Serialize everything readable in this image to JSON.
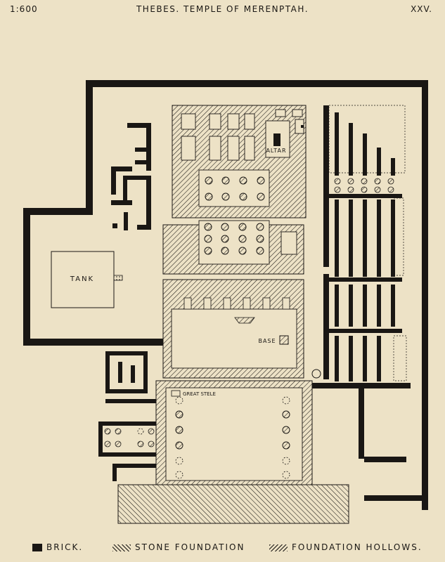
{
  "header": {
    "scale": "1:600",
    "title": "THEBES.  TEMPLE OF MERENPTAH.",
    "plate": "XXV."
  },
  "labels": {
    "tank": "TANK",
    "altar": "ALTAR",
    "base": "BASE",
    "great_stele": "GREAT STELE"
  },
  "legend": {
    "brick": "BRICK.",
    "stone": "STONE FOUNDATION",
    "hollows": "FOUNDATION HOLLOWS."
  },
  "colors": {
    "paper": "#ede2c6",
    "ink": "#1a1714"
  }
}
